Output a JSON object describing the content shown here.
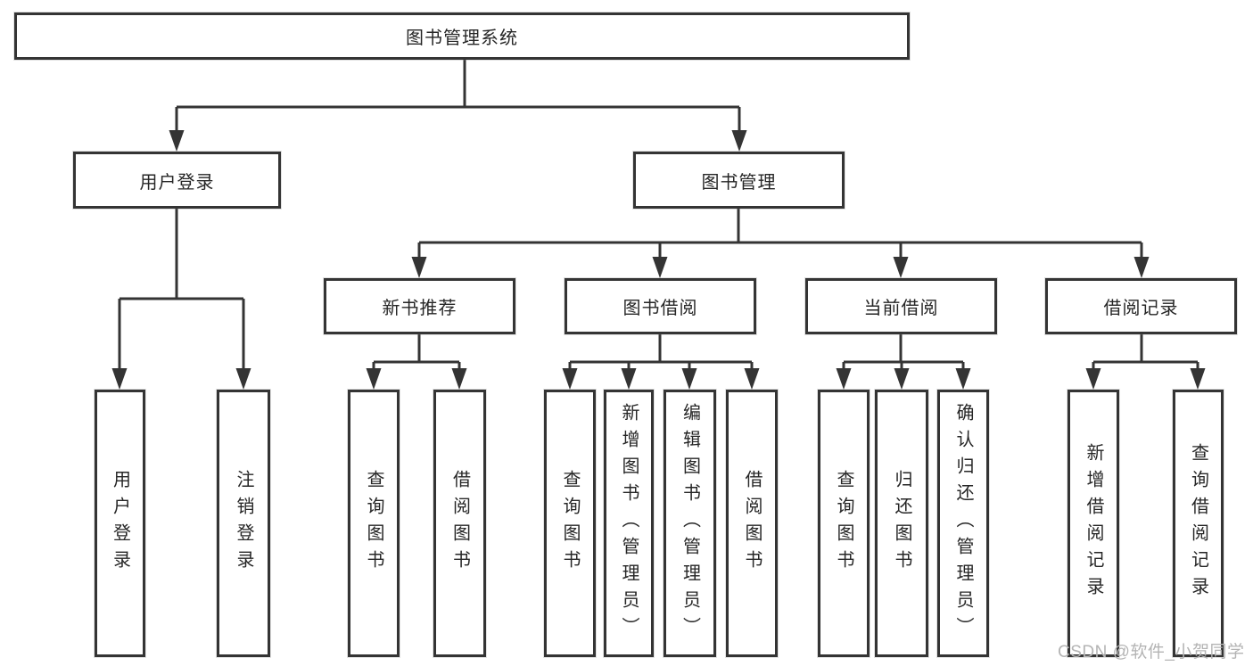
{
  "colors": {
    "line": "#343434",
    "box_border": "#343434",
    "text": "#262626",
    "watermark": "#b4b4b4",
    "background": "#ffffff"
  },
  "tree": {
    "root": {
      "label": "图书管理系统"
    },
    "branches": [
      {
        "label": "用户登录",
        "children": [
          {
            "label": "用户登录"
          },
          {
            "label": "注销登录"
          }
        ]
      },
      {
        "label": "图书管理",
        "children": [
          {
            "label": "新书推荐",
            "children": [
              {
                "label": "查询图书"
              },
              {
                "label": "借阅图书"
              }
            ]
          },
          {
            "label": "图书借阅",
            "children": [
              {
                "label": "查询图书"
              },
              {
                "label": "新增图书（管理员）"
              },
              {
                "label": "编辑图书（管理员）"
              },
              {
                "label": "借阅图书"
              }
            ]
          },
          {
            "label": "当前借阅",
            "children": [
              {
                "label": "查询图书"
              },
              {
                "label": "归还图书"
              },
              {
                "label": "确认归还（管理员）"
              }
            ]
          },
          {
            "label": "借阅记录",
            "children": [
              {
                "label": "新增借阅记录"
              },
              {
                "label": "查询借阅记录"
              }
            ]
          }
        ]
      }
    ]
  },
  "watermark": {
    "text": "CSDN @软件_小贺同学"
  }
}
